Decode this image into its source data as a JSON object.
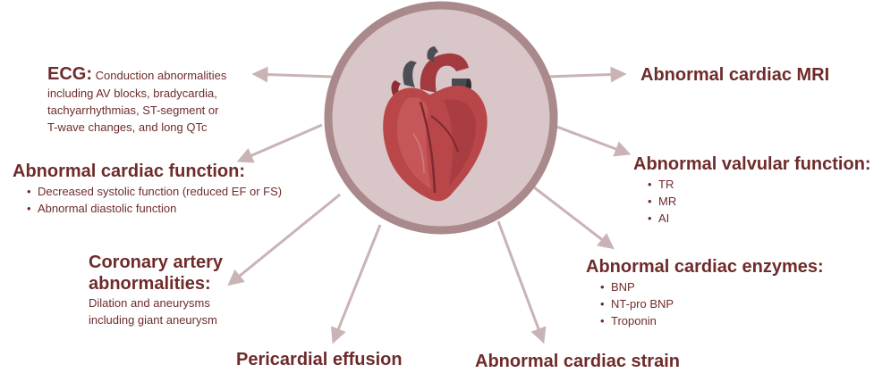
{
  "ecg": {
    "title": "ECG:",
    "text_lines": [
      "Conduction abnormalities",
      "including AV blocks, bradycardia,",
      "tachyarrhythmias, ST-segment or",
      "T-wave changes, and long QTc"
    ]
  },
  "cardiac_function": {
    "title": "Abnormal cardiac function:",
    "items": [
      "Decreased systolic function (reduced EF or FS)",
      "Abnormal diastolic function"
    ]
  },
  "coronary": {
    "title_lines": [
      "Coronary artery",
      "abnormalities:"
    ],
    "text_lines": [
      "Dilation and aneurysms",
      "including giant aneurysm"
    ]
  },
  "pericardial": {
    "title": "Pericardial effusion"
  },
  "strain": {
    "title": "Abnormal cardiac strain"
  },
  "mri": {
    "title": "Abnormal cardiac MRI"
  },
  "valvular": {
    "title": "Abnormal valvular function:",
    "items": [
      "TR",
      "MR",
      "AI"
    ]
  },
  "enzymes": {
    "title": "Abnormal cardiac enzymes:",
    "items": [
      "BNP",
      "NT-pro BNP",
      "Troponin"
    ]
  },
  "colors": {
    "text": "#6f2b2b",
    "arrow": "#c9b3b5",
    "ring": "#a9898c",
    "circle_fill": "#d9c6c8",
    "heart": "#b9474a"
  },
  "center_icon": "heart-icon"
}
